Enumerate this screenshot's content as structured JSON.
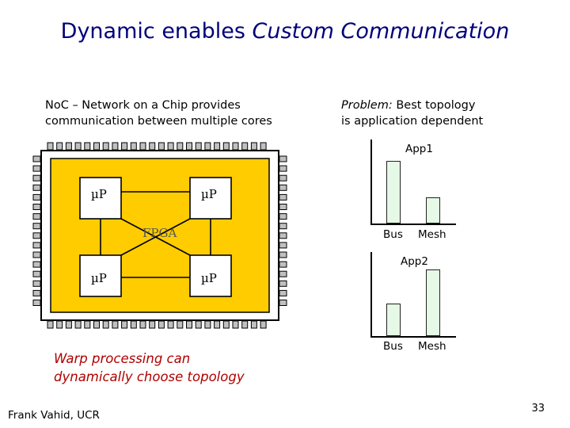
{
  "title": {
    "main": "Dynamic enables ",
    "emphasis": "Custom Communication"
  },
  "left_text": {
    "line1": "NoC – Network on a Chip provides",
    "line2": "communication between multiple cores"
  },
  "right_text": {
    "problem_label": "Problem:",
    "line1_rest": " Best topology",
    "line2": "is application dependent"
  },
  "chip": {
    "fill_color": "#ffcc00",
    "pin_color": "#c0c0c0",
    "cores": [
      "µP",
      "µP",
      "µP",
      "µP"
    ],
    "fpga_label": "FPGA"
  },
  "warp_text": {
    "line1": "Warp processing can",
    "line2": "dynamically choose topology"
  },
  "chart_data": [
    {
      "type": "bar",
      "title": "App1",
      "categories": [
        "Bus",
        "Mesh"
      ],
      "values": [
        0.76,
        0.32
      ]
    },
    {
      "type": "bar",
      "title": "App2",
      "categories": [
        "Bus",
        "Mesh"
      ],
      "values": [
        0.39,
        0.81
      ]
    }
  ],
  "footer": {
    "author": "Frank Vahid, UCR",
    "page_number": "33"
  }
}
